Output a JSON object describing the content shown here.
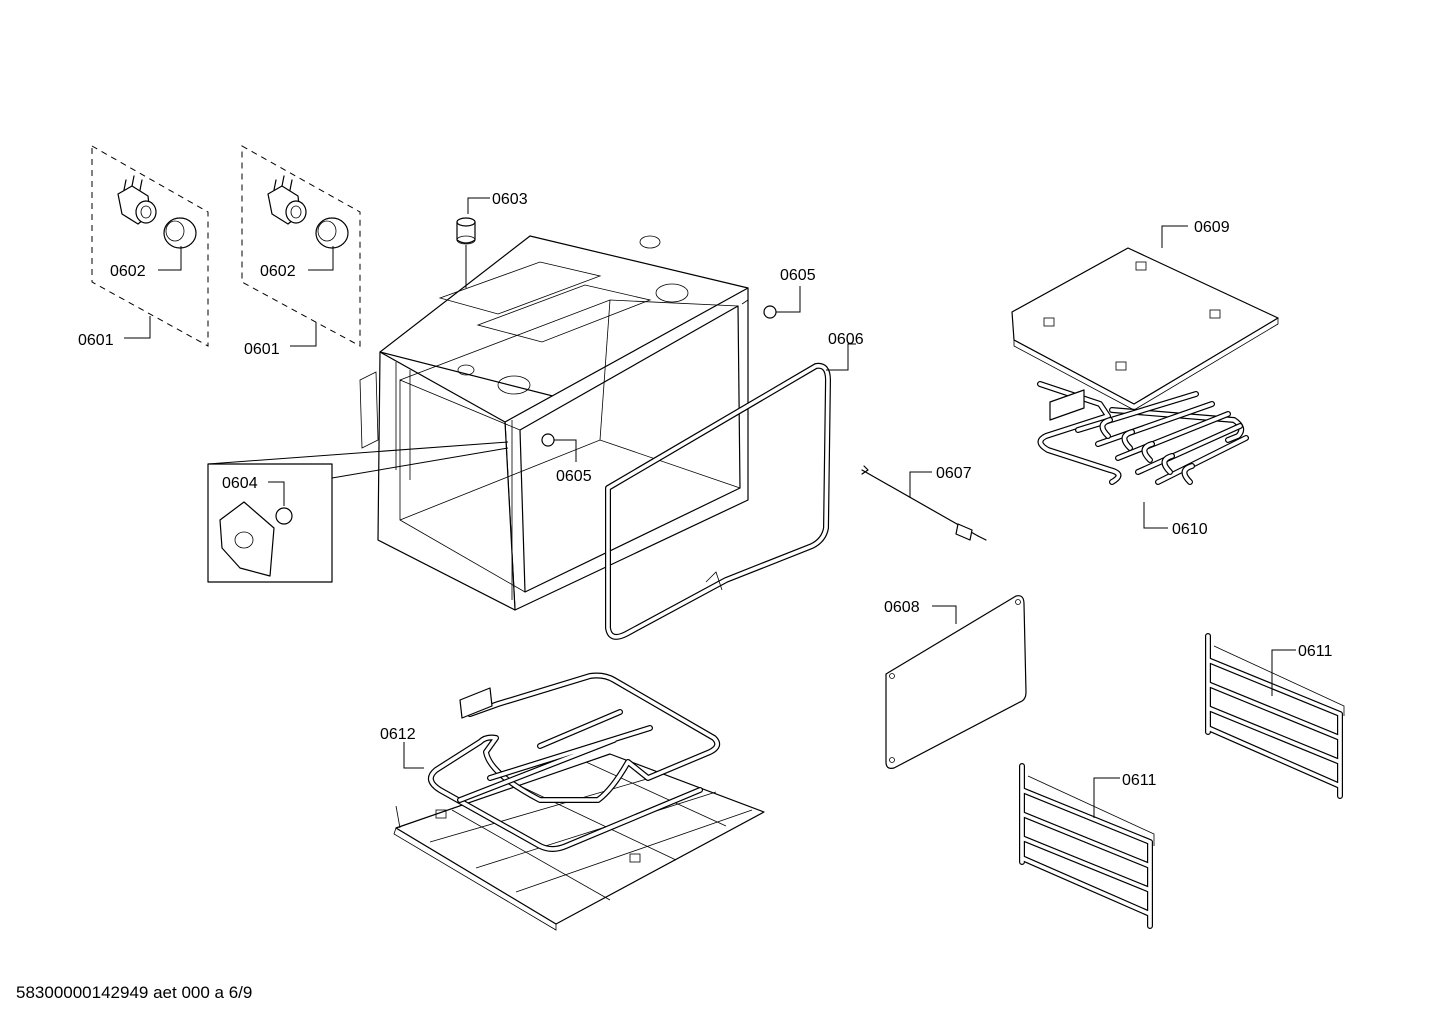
{
  "labels": {
    "p0601a": "0601",
    "p0601b": "0601",
    "p0602a": "0602",
    "p0602b": "0602",
    "p0603": "0603",
    "p0604": "0604",
    "p0605a": "0605",
    "p0605b": "0605",
    "p0606": "0606",
    "p0607": "0607",
    "p0608": "0608",
    "p0609": "0609",
    "p0610": "0610",
    "p0611a": "0611",
    "p0611b": "0611",
    "p0612": "0612"
  },
  "footer": "58300000142949 aet 000 a 6/9"
}
